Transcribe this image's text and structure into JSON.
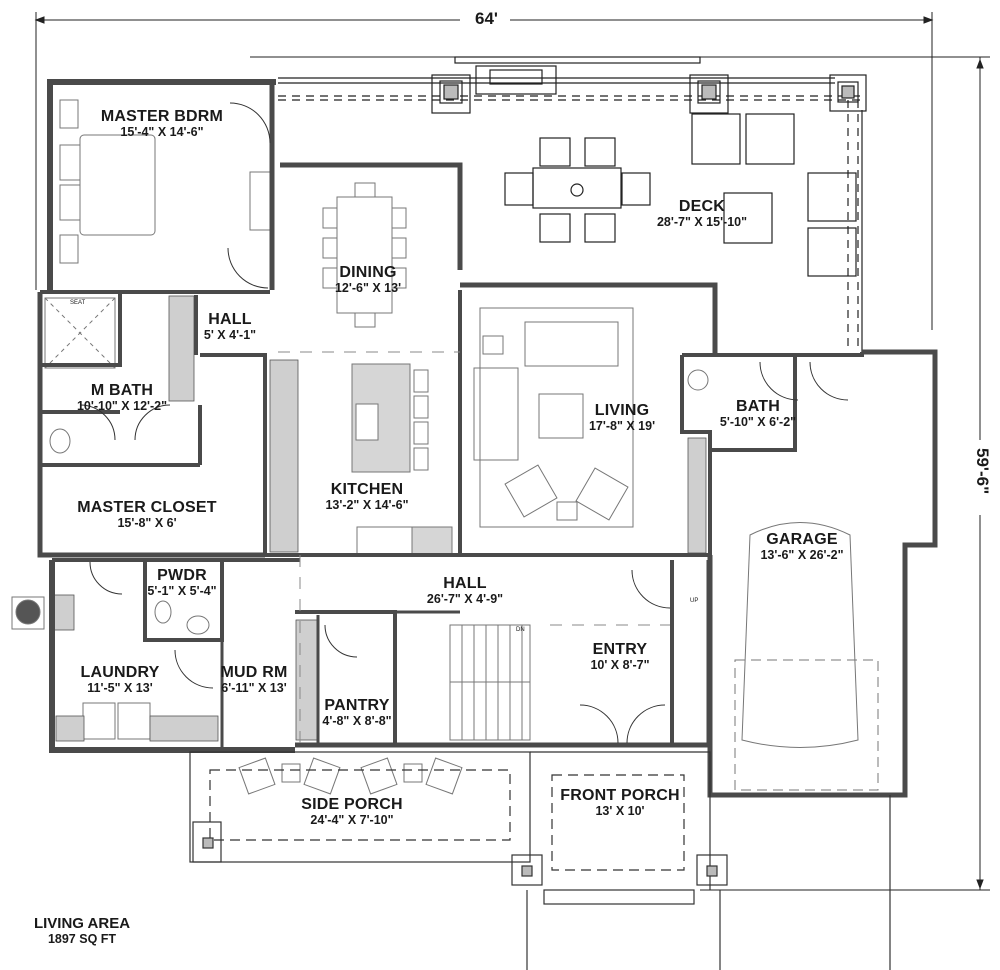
{
  "plan": {
    "overall_width": "64'",
    "overall_depth": "59'-6\"",
    "living_area": {
      "label": "LIVING AREA",
      "value": "1897 SQ FT"
    },
    "rooms": {
      "master_bdrm": {
        "name": "MASTER BDRM",
        "dim": "15'-4\" X 14'-6\""
      },
      "dining": {
        "name": "DINING",
        "dim": "12'-6\" X 13'"
      },
      "deck": {
        "name": "DECK",
        "dim": "28'-7\" X 15'-10\""
      },
      "hall_upper": {
        "name": "HALL",
        "dim": "5' X 4'-1\""
      },
      "m_bath": {
        "name": "M BATH",
        "dim": "10'-10\" X 12'-2\""
      },
      "living": {
        "name": "LIVING",
        "dim": "17'-8\" X 19'"
      },
      "bath": {
        "name": "BATH",
        "dim": "5'-10\" X 6'-2\""
      },
      "kitchen": {
        "name": "KITCHEN",
        "dim": "13'-2\" X 14'-6\""
      },
      "master_closet": {
        "name": "MASTER CLOSET",
        "dim": "15'-8\" X 6'"
      },
      "garage": {
        "name": "GARAGE",
        "dim": "13'-6\" X 26'-2\""
      },
      "hall_main": {
        "name": "HALL",
        "dim": "26'-7\" X 4'-9\""
      },
      "pwdr": {
        "name": "PWDR",
        "dim": "5'-1\" X 5'-4\""
      },
      "entry": {
        "name": "ENTRY",
        "dim": "10' X 8'-7\""
      },
      "laundry": {
        "name": "LAUNDRY",
        "dim": "11'-5\" X 13'"
      },
      "mud_rm": {
        "name": "MUD RM",
        "dim": "6'-11\" X 13'"
      },
      "pantry": {
        "name": "PANTRY",
        "dim": "4'-8\" X 8'-8\""
      },
      "side_porch": {
        "name": "SIDE PORCH",
        "dim": "24'-4\" X 7'-10\""
      },
      "front_porch": {
        "name": "FRONT PORCH",
        "dim": "13' X 10'"
      }
    },
    "annotations": {
      "stair_dn": "DN",
      "stair_up": "UP",
      "shower_seat": "SEAT"
    },
    "colors": {
      "wall": "#4a4a4a",
      "counter": "#cfcfcf",
      "line": "#333333",
      "furniture": "#777777"
    }
  }
}
